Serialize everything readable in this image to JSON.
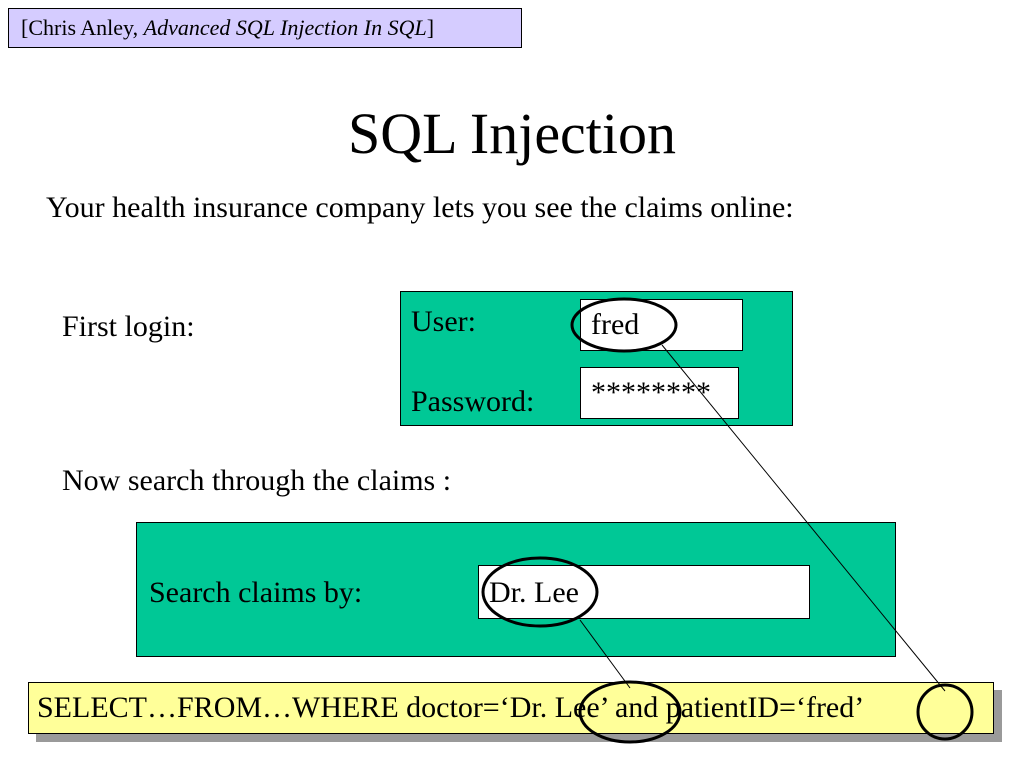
{
  "citation": {
    "open": "[Chris Anley,",
    "title": "Advanced SQL Injection In SQL",
    "close": "]"
  },
  "title": "SQL Injection",
  "intro": "Your health insurance company lets you see the claims online:",
  "login": {
    "label": "First login:",
    "user_label": "User:",
    "user_value": "fred",
    "password_label": "Password:",
    "password_value": "********"
  },
  "search": {
    "intro": "Now search through the claims :",
    "label": "Search claims by:",
    "value": "Dr. Lee"
  },
  "query": "SELECT…FROM…WHERE doctor=‘Dr. Lee’ and patientID=‘fred’",
  "colors": {
    "panel": "#00c896",
    "citation_bg": "#d5ccff",
    "query_bg": "#ffff99"
  }
}
